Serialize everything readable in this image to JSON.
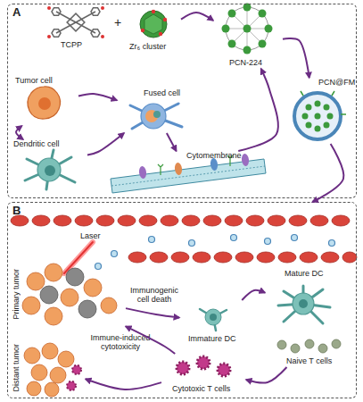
{
  "diagram": {
    "nodes": [
      {
        "text": [
          "A"
        ]
      },
      {
        "text": [
          "TCPP"
        ],
        "in": 0
      },
      {
        "text": [
          "Zr₆ cluster"
        ],
        "in": 0
      },
      {
        "text": [
          "PCN-224"
        ],
        "in": 0
      },
      {
        "text": [
          "Tumor cell"
        ],
        "in": 0
      },
      {
        "text": [
          "Dendritic cell"
        ],
        "in": 0
      },
      {
        "text": [
          "Fused cell"
        ],
        "in": 0
      },
      {
        "text": [
          "Cytomembrane"
        ],
        "in": 0
      },
      {
        "text": [
          "PCN@FM"
        ],
        "in": 0
      },
      {
        "text": [
          "B"
        ]
      },
      {
        "text": [
          "Primary tumor"
        ],
        "in": 9
      },
      {
        "text": [
          "Immature DC"
        ],
        "in": 9
      },
      {
        "text": [
          "Mature DC"
        ],
        "in": 9
      },
      {
        "text": [
          "Naive T cells"
        ],
        "in": 9
      },
      {
        "text": [
          "Cytotoxic T cells"
        ],
        "in": 9
      },
      {
        "text": [
          "Distant tumor"
        ],
        "in": 9
      }
    ],
    "edges": [
      {
        "from": 2,
        "to": 3,
        "arrow": "to"
      },
      {
        "from": 4,
        "to": 5,
        "arrow": "both"
      },
      {
        "from": 4,
        "to": 6,
        "arrow": "to"
      },
      {
        "from": 5,
        "to": 6,
        "arrow": "to"
      },
      {
        "from": 6,
        "to": 7,
        "arrow": "to"
      },
      {
        "from": 7,
        "to": 3,
        "arrow": "to"
      },
      {
        "from": 3,
        "to": 8,
        "arrow": "to"
      },
      {
        "from": 8,
        "to": 9,
        "arrow": "to"
      },
      {
        "from": 10,
        "to": 11,
        "label": "Immunogenic cell death",
        "arrow": "to"
      },
      {
        "from": 11,
        "to": 12,
        "arrow": "to"
      },
      {
        "from": 13,
        "to": 14,
        "arrow": "to"
      },
      {
        "from": 14,
        "to": 10,
        "label": "Immune-induced cytotoxicity",
        "arrow": "to"
      },
      {
        "from": 14,
        "to": 15,
        "arrow": "to"
      }
    ],
    "labels": [
      "+",
      "Laser"
    ]
  }
}
